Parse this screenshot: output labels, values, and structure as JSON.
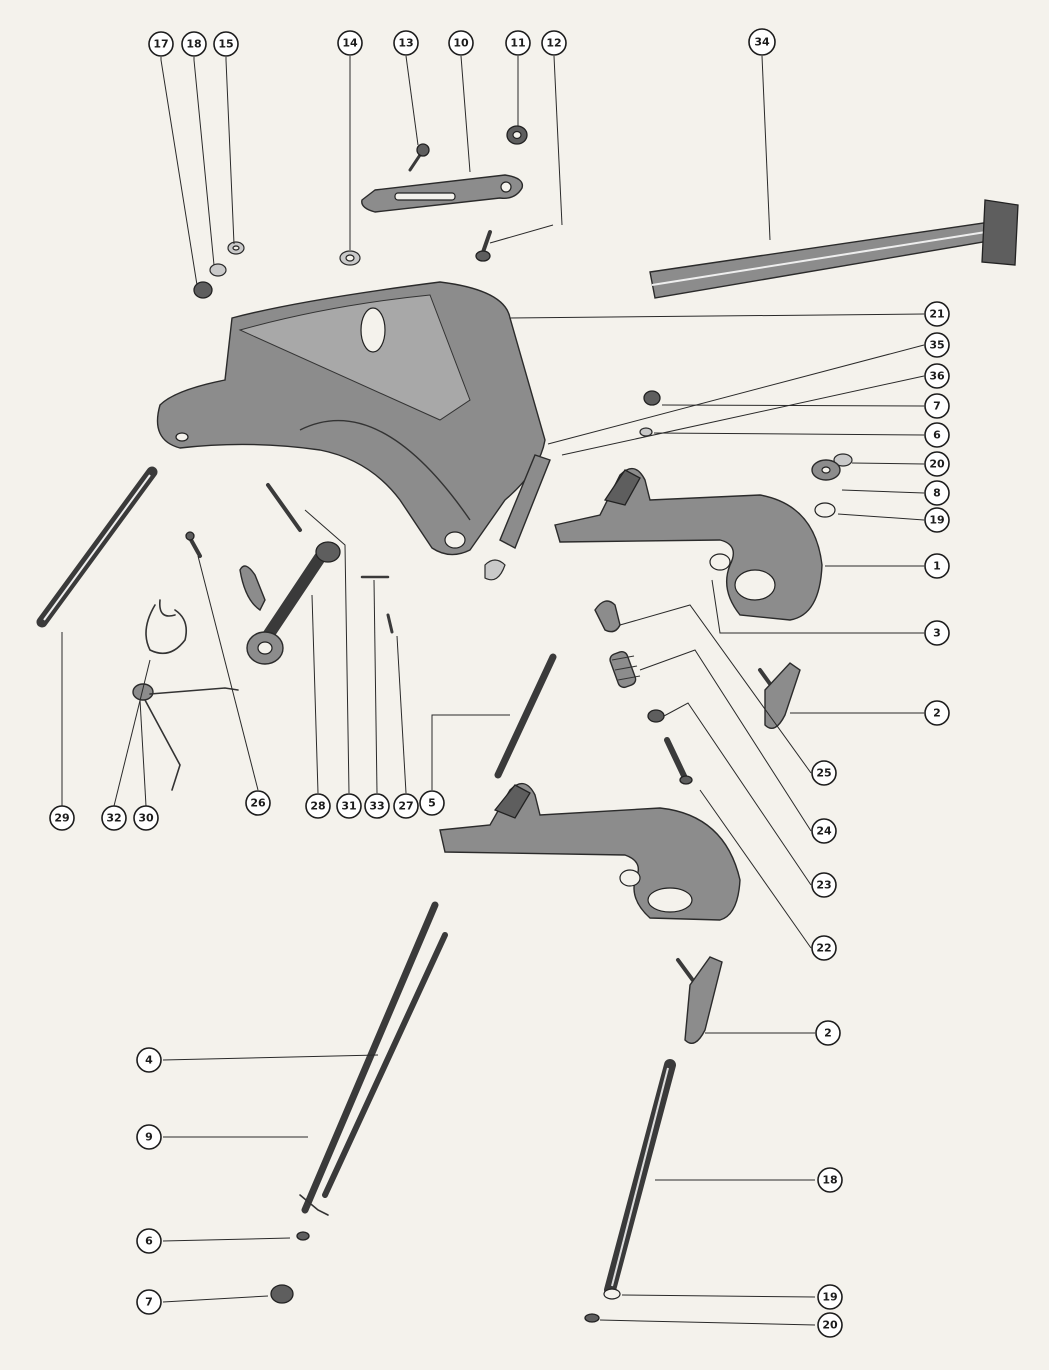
{
  "callouts": [
    {
      "id": "c17",
      "label": "17"
    },
    {
      "id": "c18a",
      "label": "18"
    },
    {
      "id": "c15",
      "label": "15"
    },
    {
      "id": "c14",
      "label": "14"
    },
    {
      "id": "c13",
      "label": "13"
    },
    {
      "id": "c10",
      "label": "10"
    },
    {
      "id": "c11",
      "label": "11"
    },
    {
      "id": "c12",
      "label": "12"
    },
    {
      "id": "c34",
      "label": "34"
    },
    {
      "id": "c21",
      "label": "21"
    },
    {
      "id": "c35",
      "label": "35"
    },
    {
      "id": "c36",
      "label": "36"
    },
    {
      "id": "c7a",
      "label": "7"
    },
    {
      "id": "c6a",
      "label": "6"
    },
    {
      "id": "c20a",
      "label": "20"
    },
    {
      "id": "c8",
      "label": "8"
    },
    {
      "id": "c19a",
      "label": "19"
    },
    {
      "id": "c1",
      "label": "1"
    },
    {
      "id": "c3",
      "label": "3"
    },
    {
      "id": "c2a",
      "label": "2"
    },
    {
      "id": "c25",
      "label": "25"
    },
    {
      "id": "c24",
      "label": "24"
    },
    {
      "id": "c23",
      "label": "23"
    },
    {
      "id": "c22",
      "label": "22"
    },
    {
      "id": "c29",
      "label": "29"
    },
    {
      "id": "c32",
      "label": "32"
    },
    {
      "id": "c30",
      "label": "30"
    },
    {
      "id": "c26",
      "label": "26"
    },
    {
      "id": "c28",
      "label": "28"
    },
    {
      "id": "c31",
      "label": "31"
    },
    {
      "id": "c33",
      "label": "33"
    },
    {
      "id": "c27",
      "label": "27"
    },
    {
      "id": "c5",
      "label": "5"
    },
    {
      "id": "c2b",
      "label": "2"
    },
    {
      "id": "c4",
      "label": "4"
    },
    {
      "id": "c9",
      "label": "9"
    },
    {
      "id": "c6b",
      "label": "6"
    },
    {
      "id": "c7b",
      "label": "7"
    },
    {
      "id": "c18b",
      "label": "18"
    },
    {
      "id": "c19b",
      "label": "19"
    },
    {
      "id": "c20b",
      "label": "20"
    }
  ]
}
